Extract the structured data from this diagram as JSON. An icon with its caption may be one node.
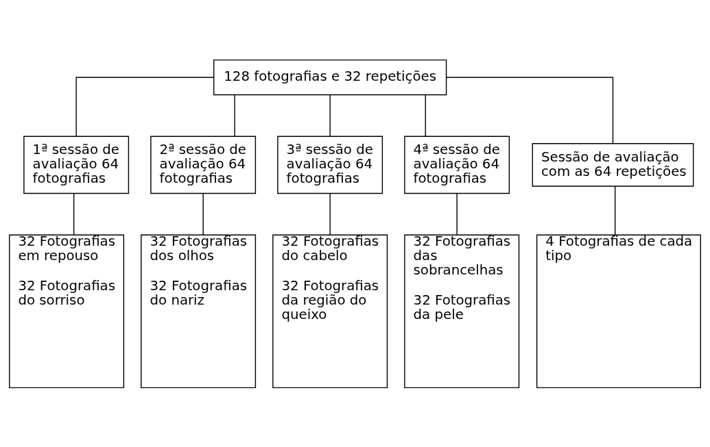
{
  "diagram": {
    "nodes": [
      {
        "text": [
          "128 fotografias e 32 repetições"
        ]
      },
      {
        "text": [
          "1ª sessão de avaliação 64 fotografias"
        ]
      },
      {
        "text": [
          "2ª sessão de avaliação 64 fotografias"
        ]
      },
      {
        "text": [
          "3ª sessão de avaliação 64 fotografias"
        ]
      },
      {
        "text": [
          "4ª sessão de avaliação 64 fotografias"
        ]
      },
      {
        "text": [
          "Sessão de avaliação com as 64 repetições"
        ]
      },
      {
        "text": [
          "32 Fotografias em repouso",
          "32 Fotografias do sorriso"
        ]
      },
      {
        "text": [
          "32 Fotografias dos olhos",
          "32 Fotografias do nariz"
        ]
      },
      {
        "text": [
          "32 Fotografias do cabelo",
          "32 Fotografias da região do queixo"
        ]
      },
      {
        "text": [
          "32 Fotografias das sobrancelhas",
          "32 Fotografias da pele"
        ]
      },
      {
        "text": [
          "4 Fotografias de cada tipo"
        ]
      }
    ],
    "edges": [
      {
        "from": 0,
        "to": 1,
        "arrow": "none"
      },
      {
        "from": 0,
        "to": 2,
        "arrow": "none"
      },
      {
        "from": 0,
        "to": 3,
        "arrow": "none"
      },
      {
        "from": 0,
        "to": 4,
        "arrow": "none"
      },
      {
        "from": 0,
        "to": 5,
        "arrow": "none"
      },
      {
        "from": 1,
        "to": 6,
        "arrow": "none"
      },
      {
        "from": 2,
        "to": 7,
        "arrow": "none"
      },
      {
        "from": 3,
        "to": 8,
        "arrow": "none"
      },
      {
        "from": 4,
        "to": 9,
        "arrow": "none"
      },
      {
        "from": 5,
        "to": 10,
        "arrow": "none"
      }
    ]
  }
}
